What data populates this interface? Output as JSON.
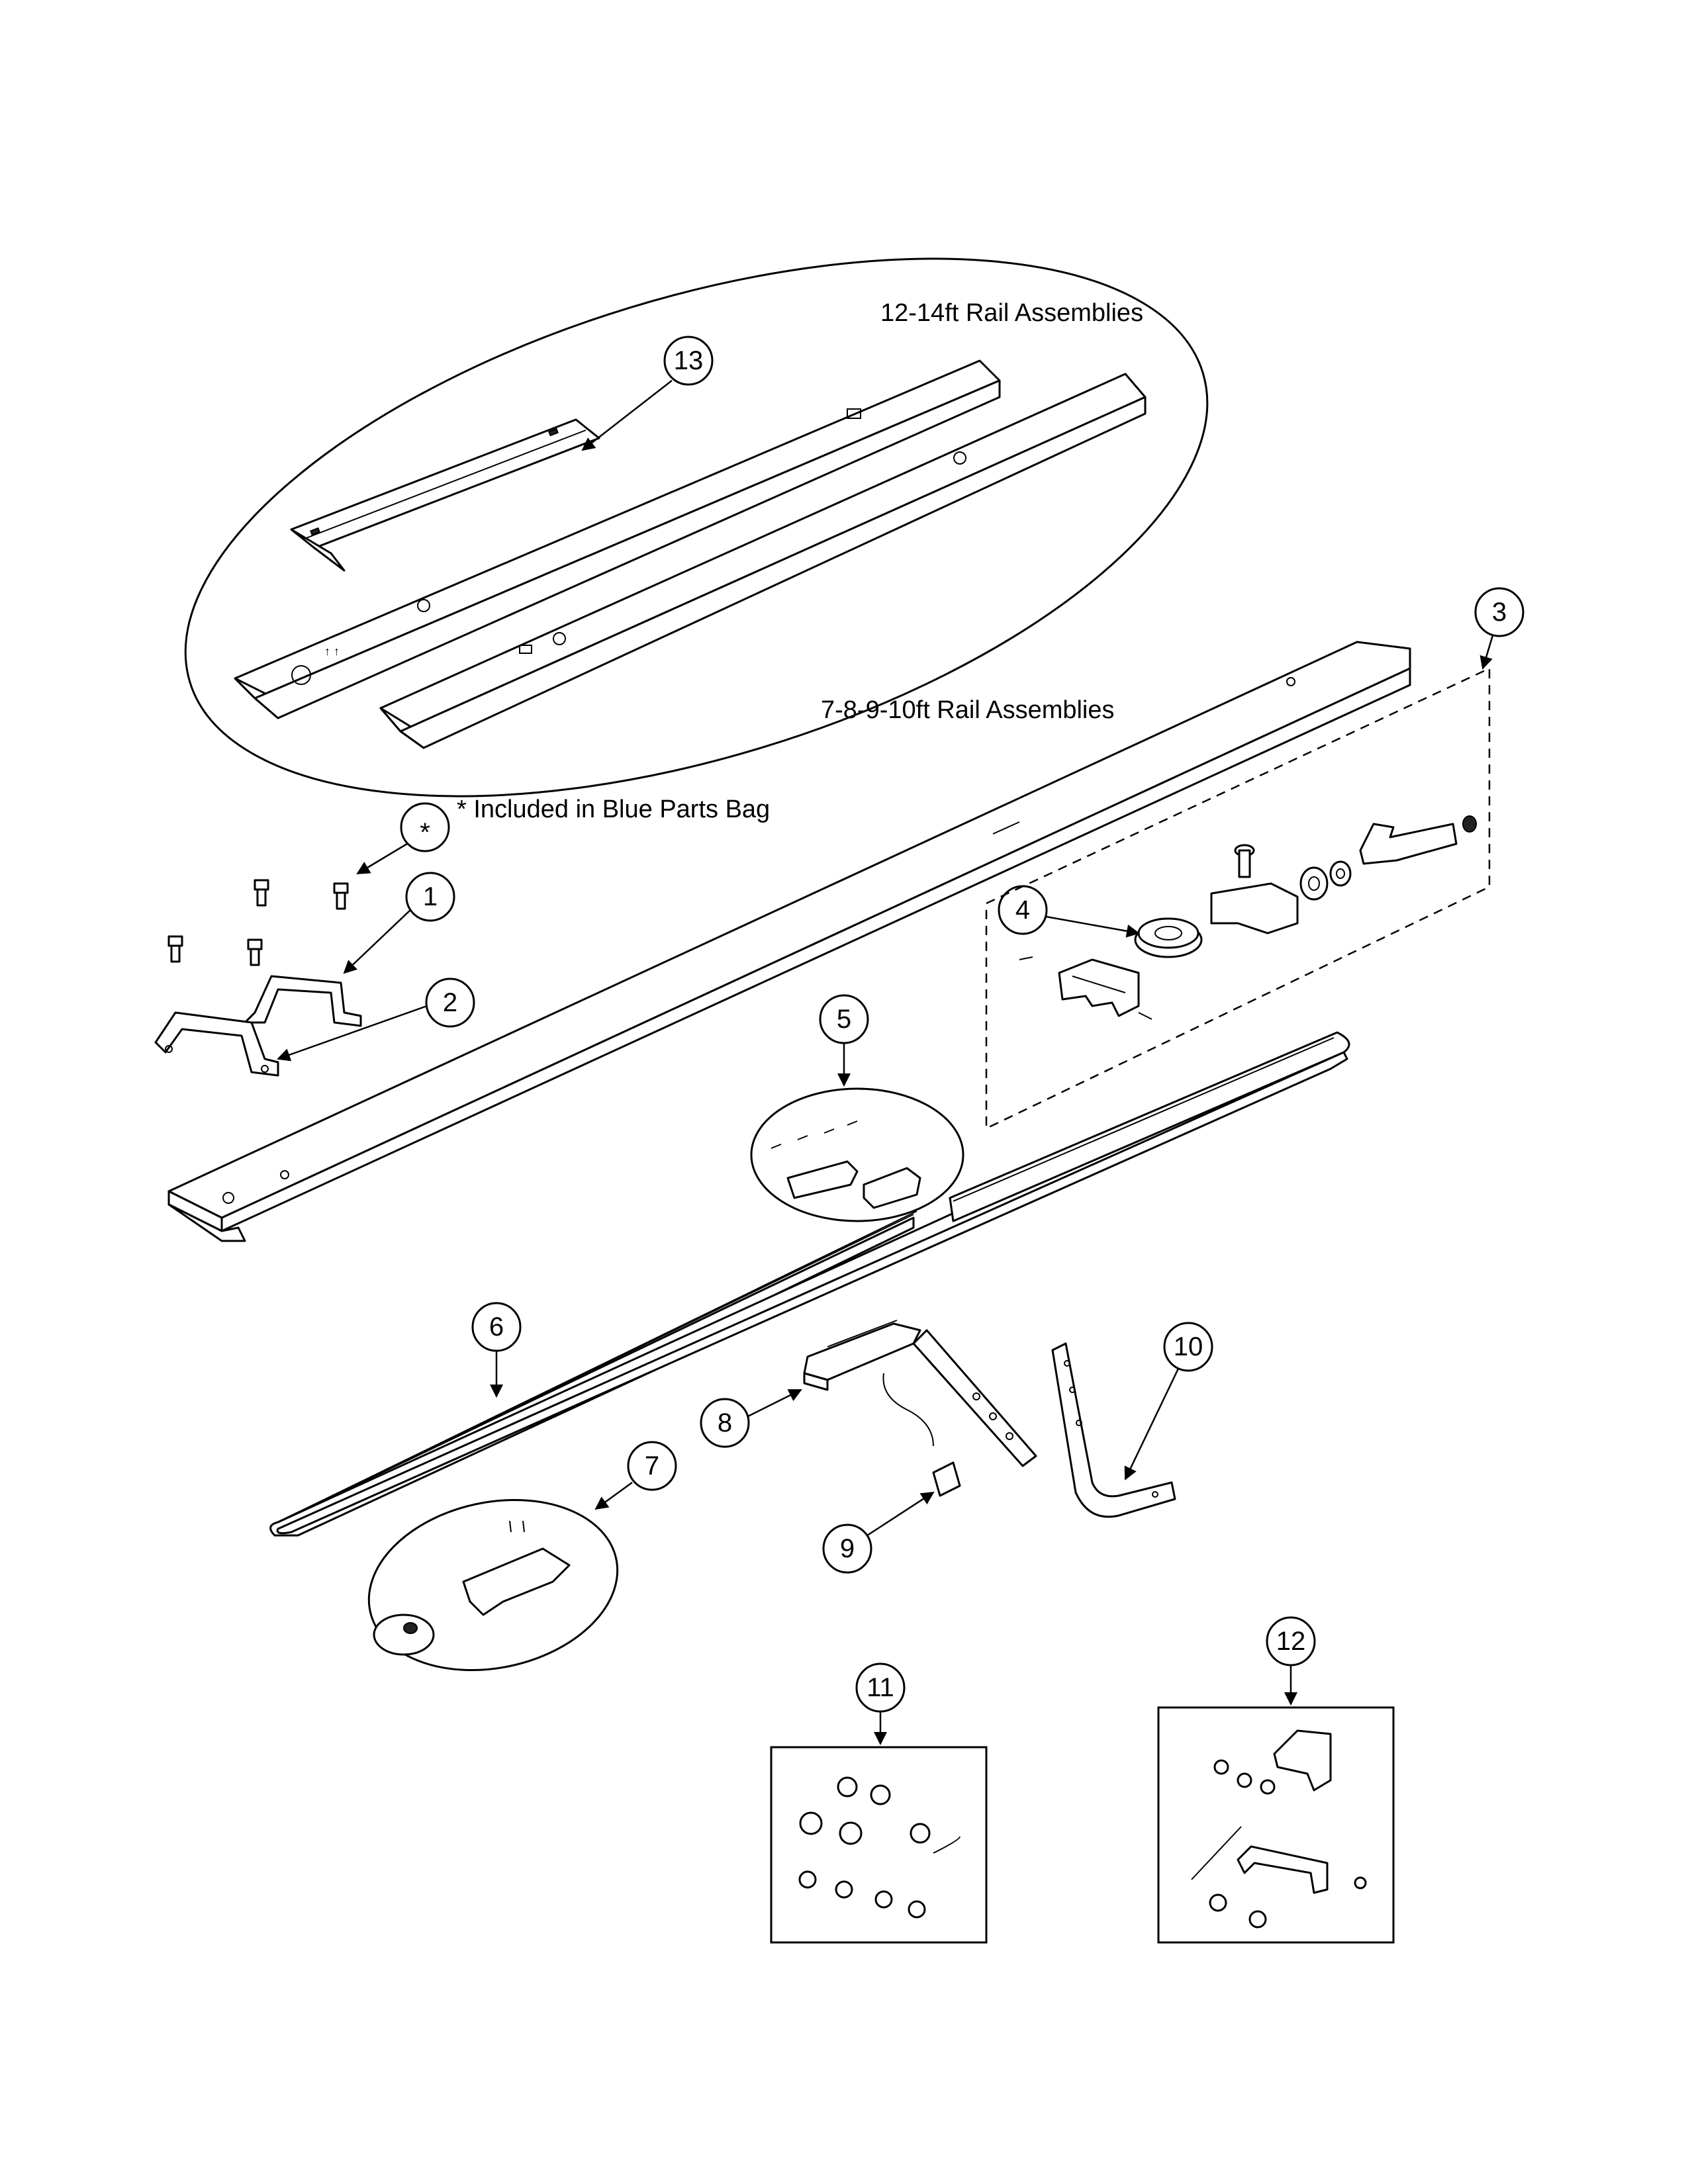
{
  "headings": {
    "long_rails": "12-14ft Rail Assemblies",
    "short_rails": "7-8-9-10ft Rail Assemblies",
    "note": "* Included in Blue Parts Bag"
  },
  "callouts": {
    "c1": "1",
    "c2": "2",
    "c3": "3",
    "c4": "4",
    "c5": "5",
    "c6": "6",
    "c7": "7",
    "c8": "8",
    "c9": "9",
    "c10": "10",
    "c11": "11",
    "c12": "12",
    "c13": "13",
    "asterisk": "*"
  }
}
